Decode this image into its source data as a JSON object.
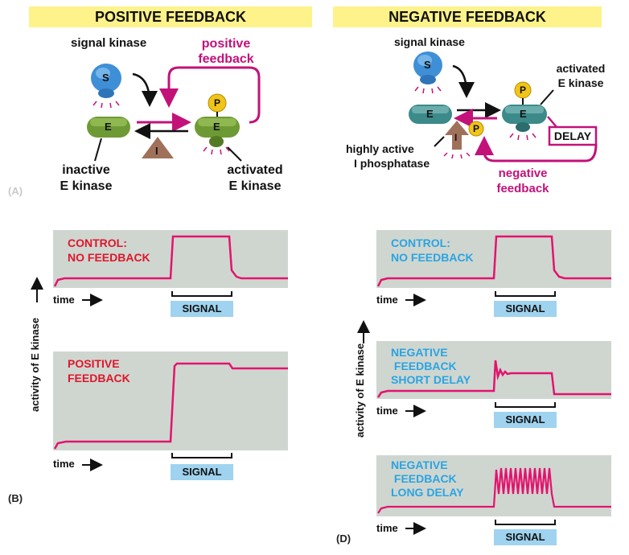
{
  "left_panel": {
    "banner": "POSITIVE FEEDBACK",
    "signal_kinase_label": "signal kinase",
    "feedback_label_1": "positive",
    "feedback_label_2": "feedback",
    "inactive_label_1": "inactive",
    "inactive_label_2": "E kinase",
    "activated_label_1": "activated",
    "activated_label_2": "E kinase",
    "node_s": "S",
    "node_e": "E",
    "node_i": "I",
    "node_p": "P",
    "panel_letter": "(A)"
  },
  "right_panel": {
    "banner": "NEGATIVE FEEDBACK",
    "signal_kinase_label": "signal kinase",
    "activated_label_1": "activated",
    "activated_label_2": "E kinase",
    "phosphatase_label_1": "highly active",
    "phosphatase_label_2": "I phosphatase",
    "delay_label": "DELAY",
    "feedback_label_1": "negative",
    "feedback_label_2": "feedback",
    "node_s": "S",
    "node_e": "E",
    "node_i": "I",
    "node_p": "P"
  },
  "plots_b": {
    "panel_letter": "(B)",
    "ylabel": "activity of E kinase",
    "plot1_text_1": "CONTROL:",
    "plot1_text_2": "NO FEEDBACK",
    "plot2_text_1": "POSITIVE",
    "plot2_text_2": "FEEDBACK",
    "time_label": "time",
    "signal_label": "SIGNAL"
  },
  "plots_d": {
    "panel_letter": "(D)",
    "ylabel": "activity of E kinase",
    "plot1_text_1": "CONTROL:",
    "plot1_text_2": "NO FEEDBACK",
    "plot2_text_1": "NEGATIVE",
    "plot2_text_2": " FEEDBACK",
    "plot2_text_3": "SHORT DELAY",
    "plot3_text_1": "NEGATIVE",
    "plot3_text_2": " FEEDBACK",
    "plot3_text_3": "LONG DELAY",
    "time_label": "time",
    "signal_label": "SIGNAL"
  },
  "colors": {
    "magenta": "#c2127a",
    "trace": "#e3136e",
    "plot_bg": "#cfd6d0",
    "banner": "#fef38a",
    "signal_box": "#9fd3ef"
  }
}
